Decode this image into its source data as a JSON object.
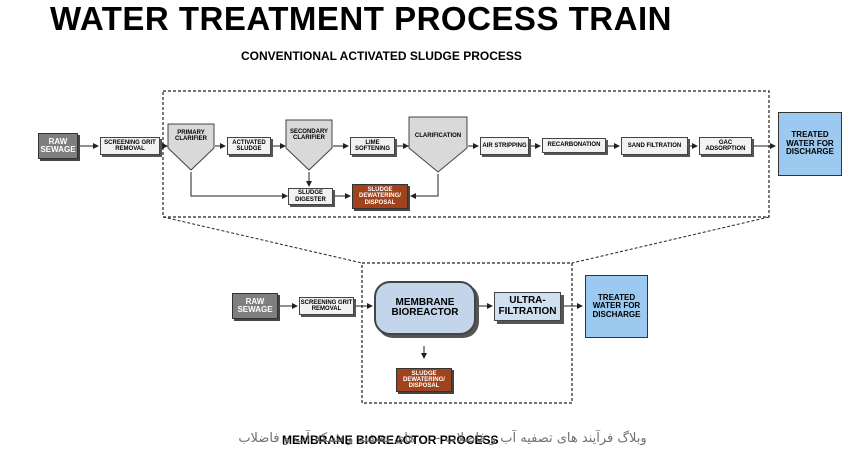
{
  "title": "WATER TREATMENT PROCESS TRAIN",
  "subtitle": "CONVENTIONAL ACTIVATED SLUDGE PROCESS",
  "bottom_title": "MEMBRANE BIOREACTOR PROCESS",
  "watermark": "وبلاگ فرآیند های تصفیه آب و فاضلاب - ... های تصفیه و شبکه آب و فاضلاب",
  "conventional": {
    "raw_sewage": "RAW SEWAGE",
    "screening": "SCREENING GRIT REMOVAL",
    "primary_clarifier": "PRIMARY CLARIFIER",
    "activated_sludge": "ACTIVATED SLUDGE",
    "secondary_clarifier": "SECONDARY CLARIFIER",
    "lime_softening": "LIME SOFTENING",
    "clarification": "CLARIFICATION",
    "air_stripping": "AIR STRIPPING",
    "recarbonation": "RECARBONATION",
    "sand_filtration": "SAND FILTRATION",
    "gac_adsorption": "GAC ADSORPTION",
    "treated": "TREATED WATER FOR DISCHARGE",
    "sludge_digester": "SLUDGE DIGESTER",
    "sludge_dewatering": "SLUDGE DEWATERING/ DISPOSAL"
  },
  "mbr": {
    "raw_sewage": "RAW SEWAGE",
    "screening": "SCREENING GRIT REMOVAL",
    "bioreactor": "MEMBRANE BIOREACTOR",
    "ultrafiltration": "ULTRA-FILTRATION",
    "treated": "TREATED WATER FOR DISCHARGE",
    "sludge_dewatering": "SLUDGE DEWATERING/ DISPOSAL"
  },
  "colors": {
    "raw_sewage": "#7f7f7f",
    "sludge": "#a0421c",
    "treated": "#9cc9ef",
    "mbr": "#c3d5ea"
  }
}
